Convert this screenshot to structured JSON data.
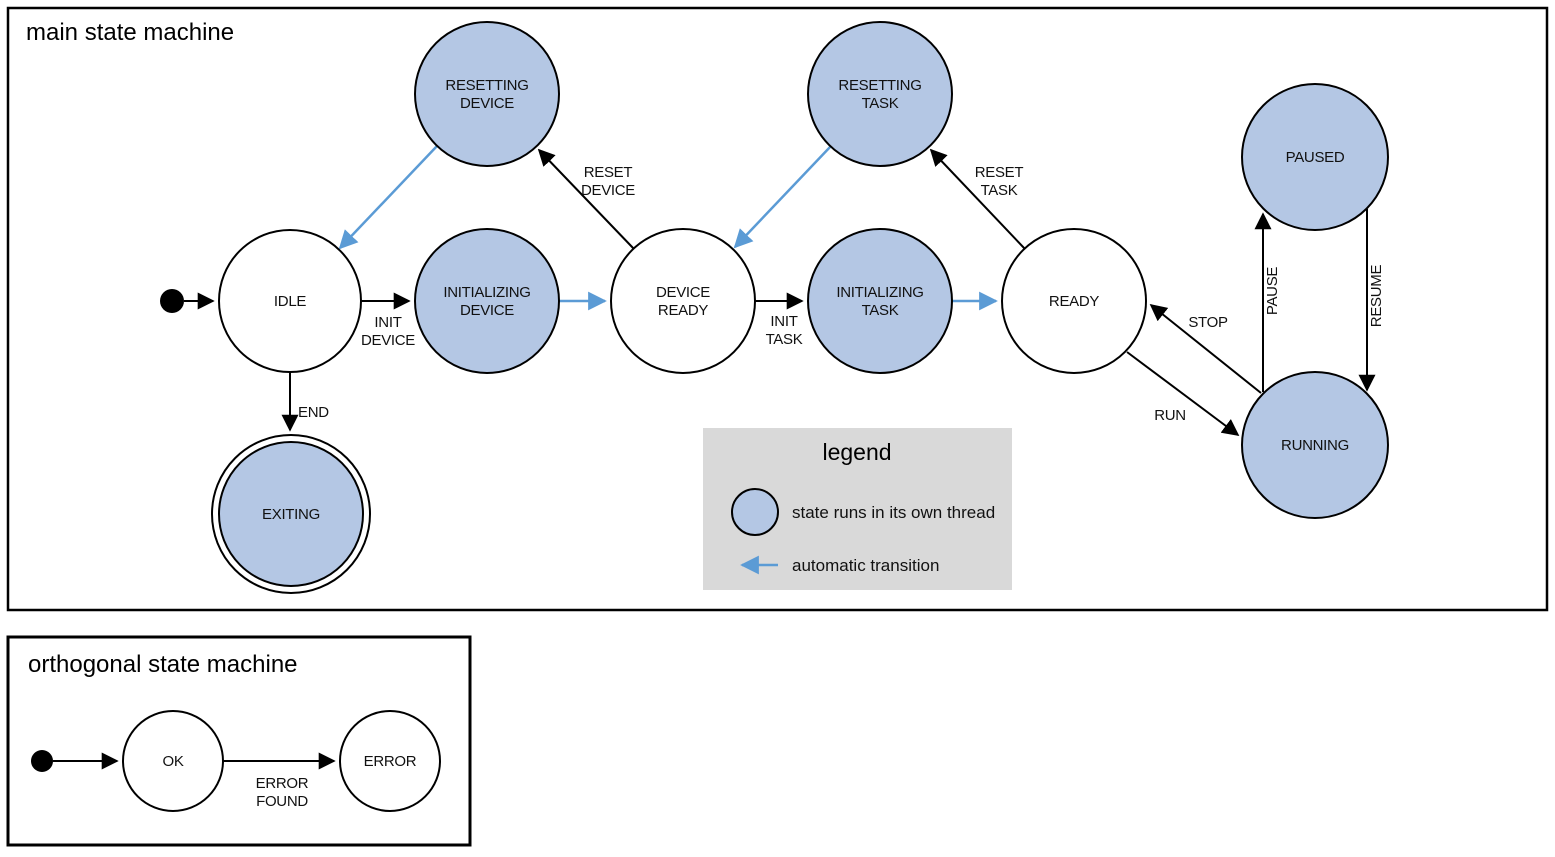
{
  "colors": {
    "threaded_state_fill": "#b4c7e4",
    "state_outline": "#000000",
    "auto_transition_blue": "#5b9bd5",
    "legend_background": "#d9d9d9"
  },
  "main": {
    "title": "main state machine",
    "states": {
      "resetting_device": {
        "lines": [
          "RESETTING",
          "DEVICE"
        ],
        "threaded": true
      },
      "resetting_task": {
        "lines": [
          "RESETTING",
          "TASK"
        ],
        "threaded": true
      },
      "paused": {
        "lines": [
          "PAUSED"
        ],
        "threaded": true
      },
      "idle": {
        "lines": [
          "IDLE"
        ],
        "threaded": false
      },
      "initializing_device": {
        "lines": [
          "INITIALIZING",
          "DEVICE"
        ],
        "threaded": true
      },
      "device_ready": {
        "lines": [
          "DEVICE",
          "READY"
        ],
        "threaded": false
      },
      "initializing_task": {
        "lines": [
          "INITIALIZING",
          "TASK"
        ],
        "threaded": true
      },
      "ready": {
        "lines": [
          "READY"
        ],
        "threaded": false
      },
      "running": {
        "lines": [
          "RUNNING"
        ],
        "threaded": true
      },
      "exiting": {
        "lines": [
          "EXITING"
        ],
        "threaded": true,
        "final": true
      }
    },
    "transitions": {
      "init_device": {
        "lines": [
          "INIT",
          "DEVICE"
        ]
      },
      "init_task": {
        "lines": [
          "INIT",
          "TASK"
        ]
      },
      "reset_device": {
        "lines": [
          "RESET",
          "DEVICE"
        ]
      },
      "reset_task": {
        "lines": [
          "RESET",
          "TASK"
        ]
      },
      "run": {
        "label": "RUN"
      },
      "stop": {
        "label": "STOP"
      },
      "pause": {
        "label": "PAUSE"
      },
      "resume": {
        "label": "RESUME"
      },
      "end": {
        "label": "END"
      }
    },
    "legend": {
      "title": "legend",
      "thread_item": "state runs in its own thread",
      "auto_item": "automatic transition"
    }
  },
  "orthogonal": {
    "title": "orthogonal state machine",
    "states": {
      "ok": {
        "lines": [
          "OK"
        ]
      },
      "error": {
        "lines": [
          "ERROR"
        ]
      }
    },
    "transitions": {
      "error_found": {
        "lines": [
          "ERROR",
          "FOUND"
        ]
      }
    }
  }
}
